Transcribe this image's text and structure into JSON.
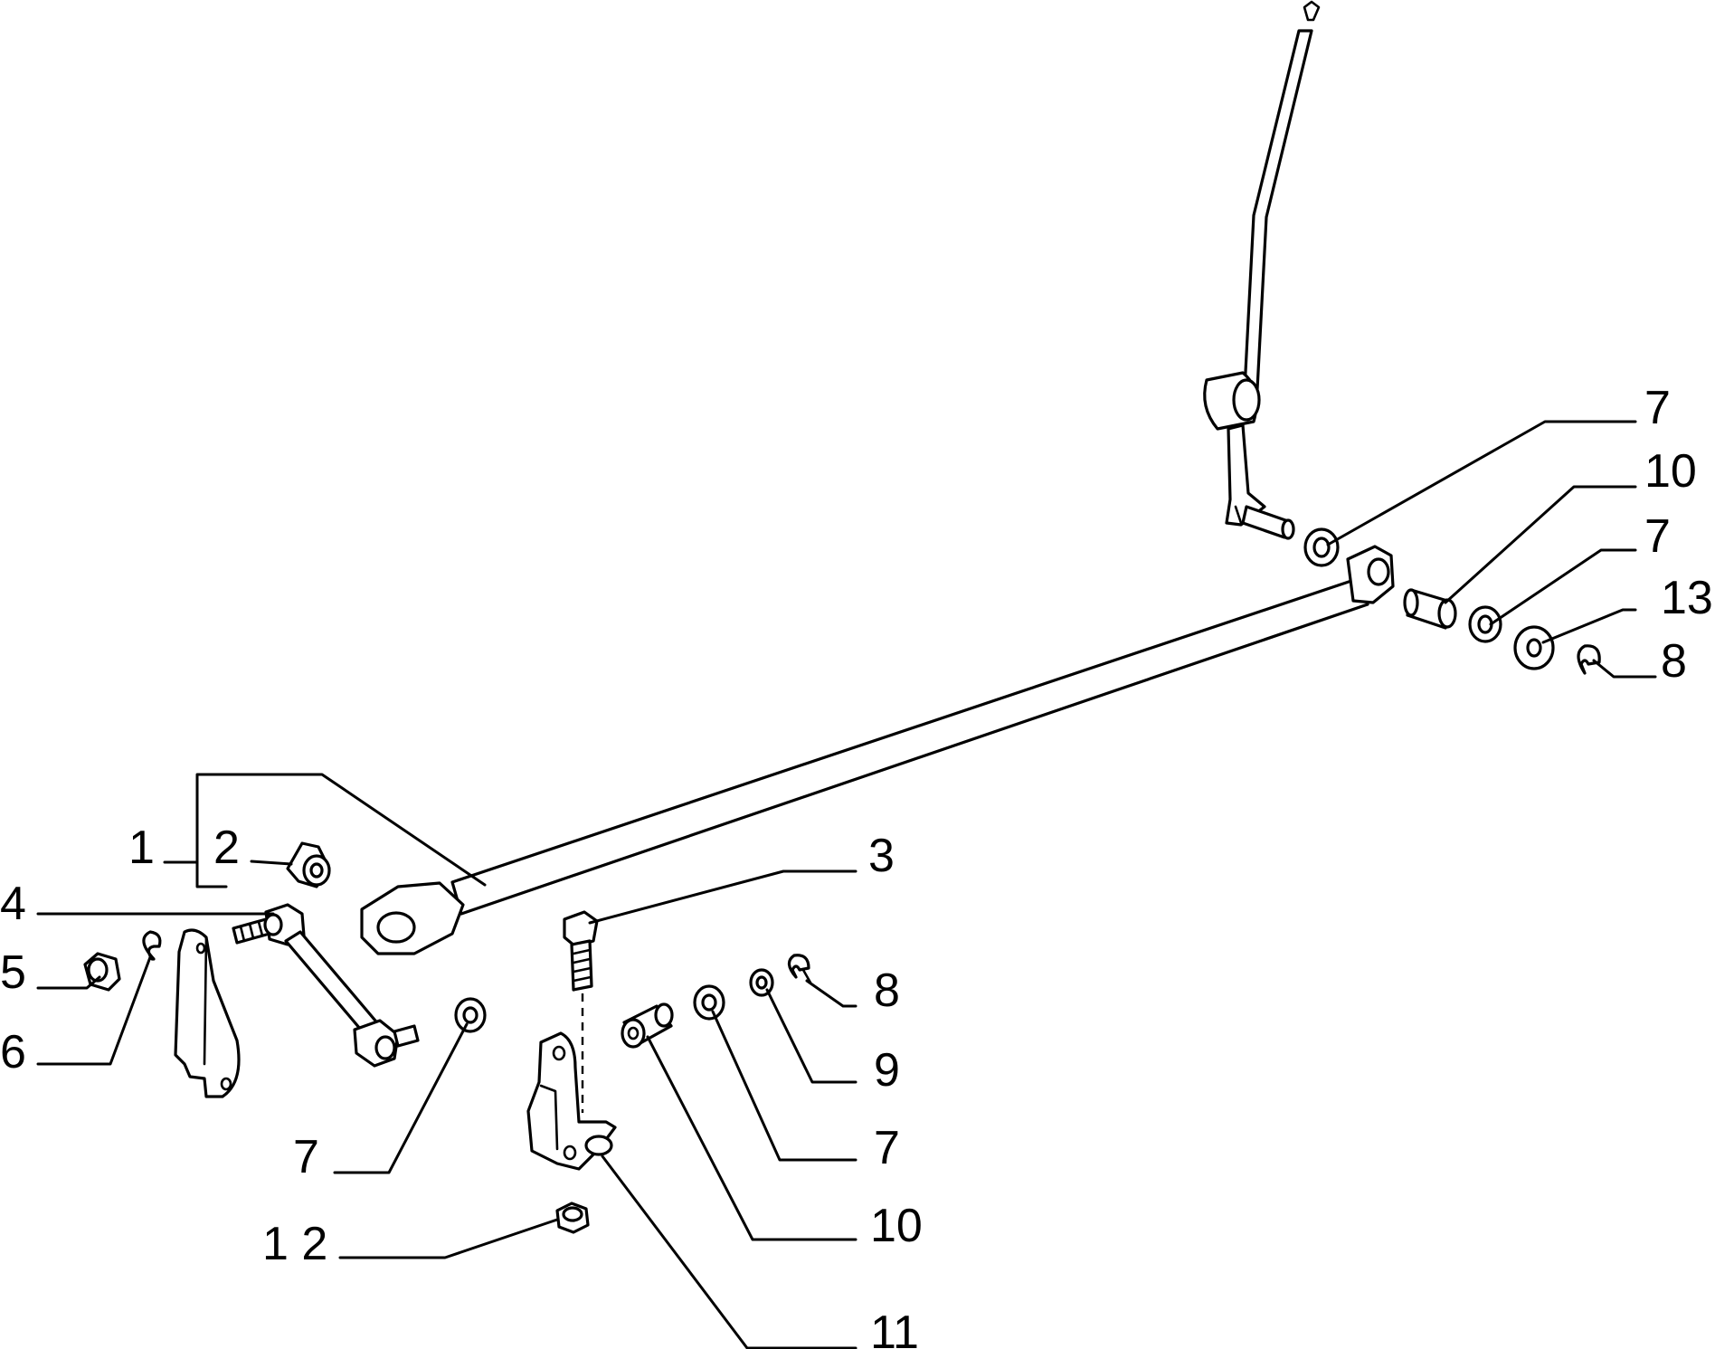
{
  "callouts": [
    {
      "id": "c1",
      "text": "1"
    },
    {
      "id": "c2",
      "text": "2"
    },
    {
      "id": "c3",
      "text": "3"
    },
    {
      "id": "c4",
      "text": "4"
    },
    {
      "id": "c5",
      "text": "5"
    },
    {
      "id": "c6",
      "text": "6"
    },
    {
      "id": "c7a",
      "text": "7"
    },
    {
      "id": "c7b",
      "text": "7"
    },
    {
      "id": "c7c",
      "text": "7"
    },
    {
      "id": "c7d",
      "text": "7"
    },
    {
      "id": "c8a",
      "text": "8"
    },
    {
      "id": "c8b",
      "text": "8"
    },
    {
      "id": "c9",
      "text": "9"
    },
    {
      "id": "c10a",
      "text": "10"
    },
    {
      "id": "c10b",
      "text": "10"
    },
    {
      "id": "c11",
      "text": "11"
    },
    {
      "id": "c12",
      "text": "1 2"
    },
    {
      "id": "c13",
      "text": "13"
    }
  ]
}
